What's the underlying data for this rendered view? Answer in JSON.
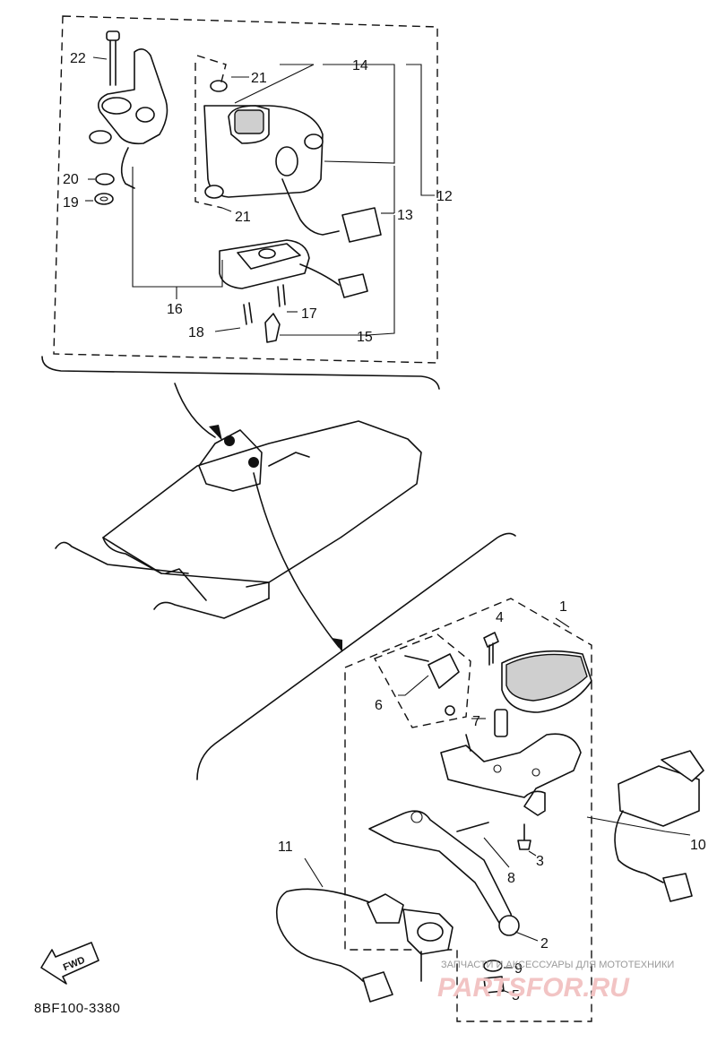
{
  "callouts": {
    "n1": "1",
    "n2": "2",
    "n3": "3",
    "n4": "4",
    "n5": "5",
    "n6": "6",
    "n7": "7",
    "n8": "8",
    "n9": "9",
    "n10": "10",
    "n11": "11",
    "n12": "12",
    "n13": "13",
    "n14": "14",
    "n15": "15",
    "n16": "16",
    "n17": "17",
    "n18": "18",
    "n19": "19",
    "n20": "20",
    "n21a": "21",
    "n21b": "21",
    "n22": "22"
  },
  "fwd_label": "FWD",
  "diagram_code": "8BF100-3380",
  "watermark": {
    "caption": "ЗАПЧАСТИ И АКСЕССУАРЫ ДЛЯ МОТОТЕХНИКИ",
    "logo_text": "PARTSFOR.RU"
  }
}
